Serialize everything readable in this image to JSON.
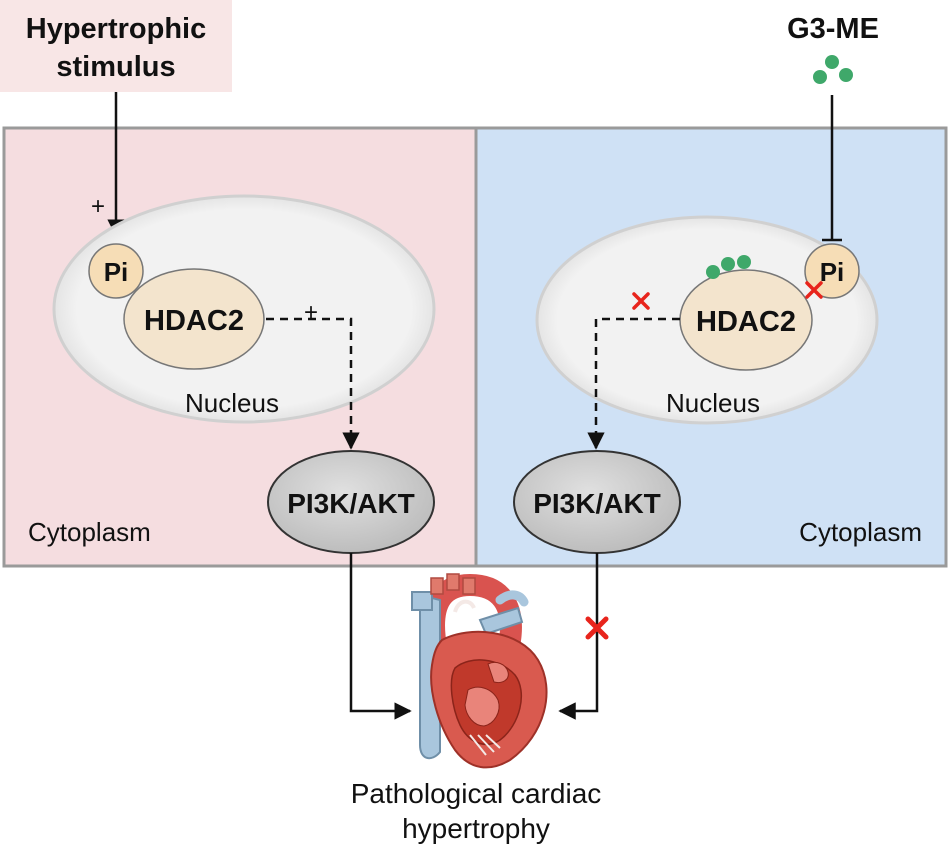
{
  "stimulus": {
    "line1": "Hypertrophic",
    "line2": "stimulus"
  },
  "drug": {
    "label": "G3-ME"
  },
  "left_panel": {
    "pi": "Pi",
    "hdac2": "HDAC2",
    "nucleus": "Nucleus",
    "pathway": "PI3K/AKT",
    "cytoplasm": "Cytoplasm",
    "sign_stimulus": "+",
    "sign_hdac": "+"
  },
  "right_panel": {
    "pi": "Pi",
    "hdac2": "HDAC2",
    "nucleus": "Nucleus",
    "pathway": "PI3K/AKT",
    "cytoplasm": "Cytoplasm"
  },
  "outcome": {
    "line1": "Pathological cardiac",
    "line2": "hypertrophy"
  },
  "colors": {
    "left_panel_bg": "#f5dde0",
    "right_panel_bg": "#cfe1f5",
    "stimulus_box": "#f8e6e6",
    "nucleus_fill": "#eeeeee",
    "hdac_fill": "#f3e4cd",
    "pi_fill": "#f6ddb6",
    "pathway_fill": "#d6d6d6",
    "drug_dot": "#3fa86a",
    "block_mark": "#e8241c"
  }
}
